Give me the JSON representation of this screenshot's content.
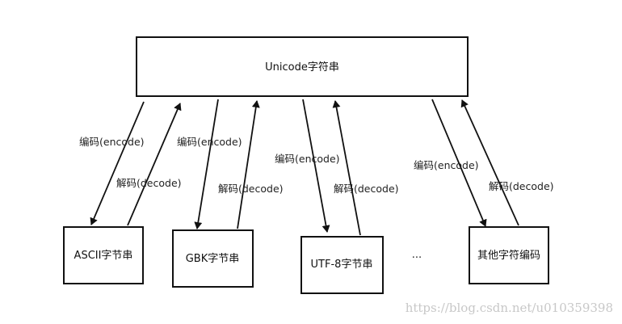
{
  "top_box": {
    "label": "Unicode字符串"
  },
  "bottom_boxes": [
    {
      "label": "ASCII字节串"
    },
    {
      "label": "GBK字节串"
    },
    {
      "label": "UTF-8字节串"
    },
    {
      "label": "其他字符编码"
    }
  ],
  "ellipsis": "...",
  "labels": {
    "encode": "编码(encode)",
    "decode": "解码(decode)"
  },
  "watermark": "https://blog.csdn.net/u010359398"
}
